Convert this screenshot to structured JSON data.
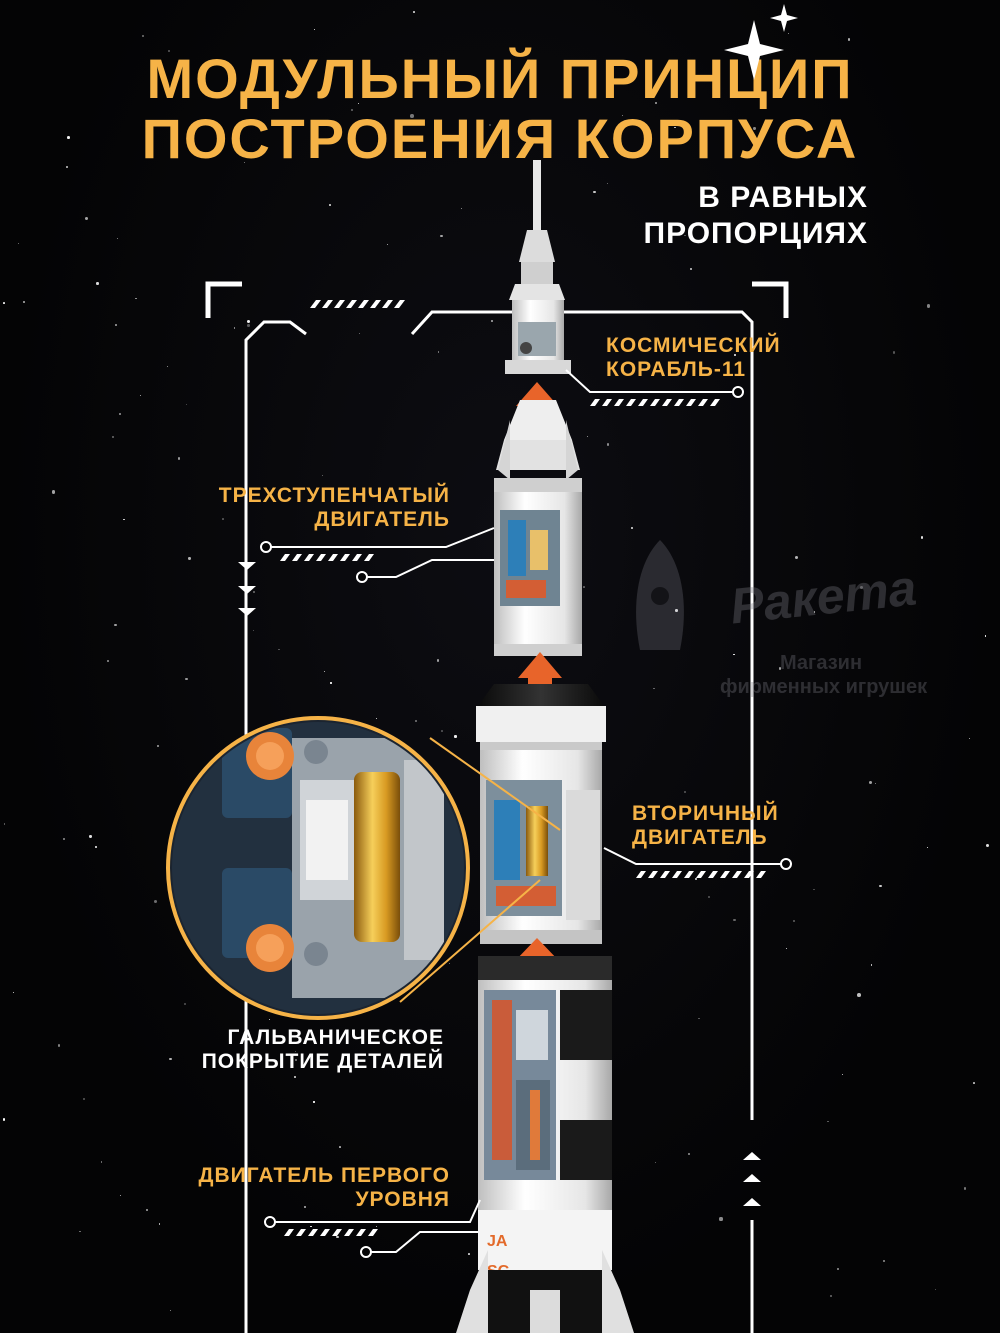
{
  "title": {
    "line1": "МОДУЛЬНЫЙ ПРИНЦИП",
    "line2": "ПОСТРОЕНИЯ КОРПУСА"
  },
  "subtitle": {
    "line1": "В РАВНЫХ",
    "line2": "ПРОПОРЦИЯХ"
  },
  "labels": {
    "spaceship": {
      "line1": "КОСМИЧЕСКИЙ",
      "line2": "КОРАБЛЬ-11"
    },
    "three_stage": {
      "line1": "ТРЕХСТУПЕНЧАТЫЙ",
      "line2": "ДВИГАТЕЛЬ"
    },
    "secondary": {
      "line1": "ВТОРИЧНЫЙ",
      "line2": "ДВИГАТЕЛЬ"
    },
    "galvanic": {
      "line1": "ГАЛЬВАНИЧЕСКОЕ",
      "line2": "ПОКРЫТИЕ ДЕТАЛЕЙ"
    },
    "first_level": {
      "line1": "ДВИГАТЕЛЬ ПЕРВОГО",
      "line2": "УРОВНЯ"
    }
  },
  "watermark": {
    "brand": "Ракета",
    "line1": "Магазин",
    "line2": "фирменных игрушек"
  },
  "rocket_marks": {
    "text1": "JA",
    "text2": "SC"
  },
  "colors": {
    "accent": "#f6b347",
    "background": "#050506",
    "arrow": "#e8642a",
    "rocket_white": "#f2f2f2",
    "rocket_black": "#1a1a1a"
  }
}
